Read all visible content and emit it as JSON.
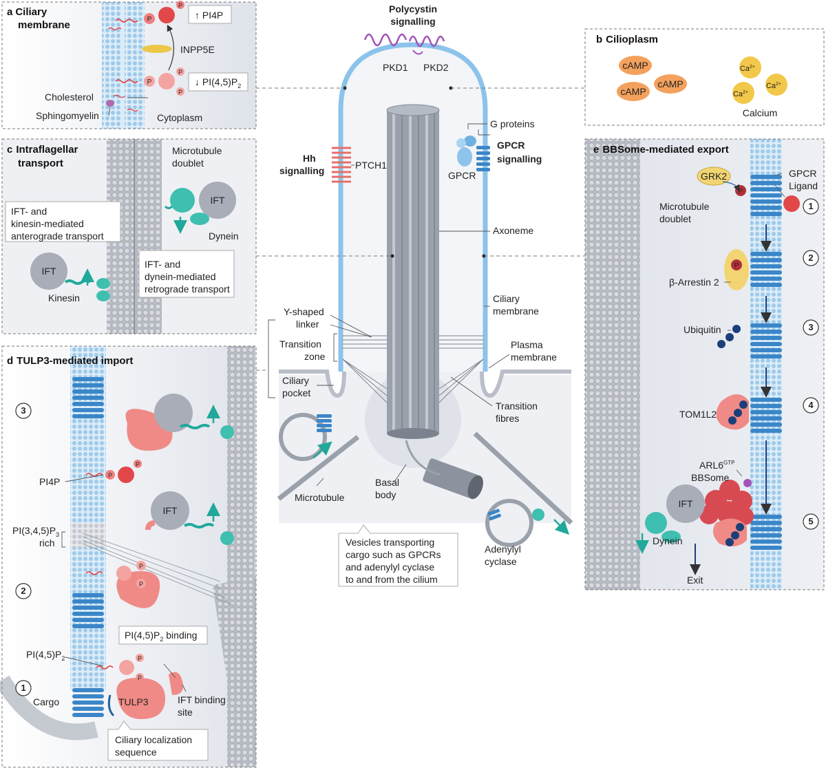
{
  "colors": {
    "membrane_blue": "#a9d3ef",
    "membrane_dot": "#7fb8e2",
    "gpcr_blue": "#3b86c8",
    "gpcr_dark": "#1f5f9e",
    "tulp3_pink": "#ef8a86",
    "phosphate_red": "#e2484a",
    "axoneme_grey": "#9aa1ab",
    "dynein_teal": "#3fbfb0",
    "ift_grey": "#a9adb8",
    "camp_orange": "#f4a15d",
    "calcium_yellow": "#f2c84a",
    "ubiquitin_navy": "#1b3f7a",
    "polycystin_purple": "#a253b8",
    "ptch1_red": "#e66e6a"
  },
  "panel_a": {
    "letter": "a",
    "title_l1": "Ciliary",
    "title_l2": "membrane",
    "pi4p": "↑ PI4P",
    "inpp5e": "INPP5E",
    "pi45p2_main": "↓ PI(4,5)P",
    "pi45p2_sub": "2",
    "cholesterol": "Cholesterol",
    "sphingomyelin": "Sphingomyelin",
    "cytoplasm": "Cytoplasm",
    "phosphate": "P"
  },
  "panel_b": {
    "letter": "b",
    "title": "Cilioplasm",
    "camp": "cAMP",
    "ca": "Ca",
    "ca_sup": "2+",
    "calcium": "Calcium"
  },
  "panel_c": {
    "letter": "c",
    "title_l1": "Intraflagellar",
    "title_l2": "transport",
    "microtubule_l1": "Microtubule",
    "microtubule_l2": "doublet",
    "anterograde_l1": "IFT- and",
    "anterograde_l2": "kinesin-mediated",
    "anterograde_l3": "anterograde transport",
    "retrograde_l1": "IFT- and",
    "retrograde_l2": "dynein-mediated",
    "retrograde_l3": "retrograde transport",
    "ift": "IFT",
    "kinesin": "Kinesin",
    "dynein": "Dynein"
  },
  "panel_d": {
    "letter": "d",
    "title": "TULP3-mediated import",
    "step3": "3",
    "step2": "2",
    "step1": "1",
    "pi4p": "PI4P",
    "pi345_main": "PI(3,4,5)P",
    "pi345_sub": "3",
    "rich": "rich",
    "ift": "IFT",
    "pi45_binding_main": "PI(4,5)P",
    "pi45_binding_sub": "2",
    "pi45_binding_tail": " binding",
    "pi45p2_main": "PI(4,5)P",
    "pi45p2_sub": "2",
    "cargo": "Cargo",
    "tulp3": "TULP3",
    "ift_binding_l1": "IFT binding",
    "ift_binding_l2": "site",
    "cls_l1": "Ciliary localization",
    "cls_l2": "sequence",
    "phosphate": "P"
  },
  "panel_e": {
    "letter": "e",
    "title": "BBSome-mediated export",
    "grk2": "GRK2",
    "gpcr": "GPCR",
    "ligand": "Ligand",
    "microtubule_l1": "Microtubule",
    "microtubule_l2": "doublet",
    "arrestin": "β-Arrestin 2",
    "ubiquitin": "Ubiquitin",
    "tom1l2": "TOM1L2",
    "arl6": "ARL6",
    "arl6_sup": "GTP",
    "bbsome": "BBSome",
    "ift": "IFT",
    "dynein": "Dynein",
    "exit": "Exit",
    "steps": [
      "1",
      "2",
      "3",
      "4",
      "5"
    ],
    "phosphate": "P"
  },
  "center": {
    "polycystin_l1": "Polycystin",
    "polycystin_l2": "signalling",
    "pkd1": "PKD1",
    "pkd2": "PKD2",
    "g_proteins": "G proteins",
    "gpcr_l1": "GPCR",
    "gpcr_l2": "signalling",
    "gpcr": "GPCR",
    "hh_l1": "Hh",
    "hh_l2": "signalling",
    "ptch1": "PTCH1",
    "axoneme": "Axoneme",
    "ciliary_membrane_l1": "Ciliary",
    "ciliary_membrane_l2": "membrane",
    "yshaped_l1": "Y-shaped",
    "yshaped_l2": "linker",
    "transition_l1": "Transition",
    "transition_l2": "zone",
    "plasma_l1": "Plasma",
    "plasma_l2": "membrane",
    "pocket_l1": "Ciliary",
    "pocket_l2": "pocket",
    "fibres_l1": "Transition",
    "fibres_l2": "fibres",
    "microtubule": "Microtubule",
    "basal_l1": "Basal",
    "basal_l2": "body",
    "adenylyl_l1": "Adenylyl",
    "adenylyl_l2": "cyclase",
    "vesicle_l1": "Vesicles transporting",
    "vesicle_l2": "cargo such as GPCRs",
    "vesicle_l3": "and adenylyl cyclase",
    "vesicle_l4": "to and from the cilium"
  }
}
